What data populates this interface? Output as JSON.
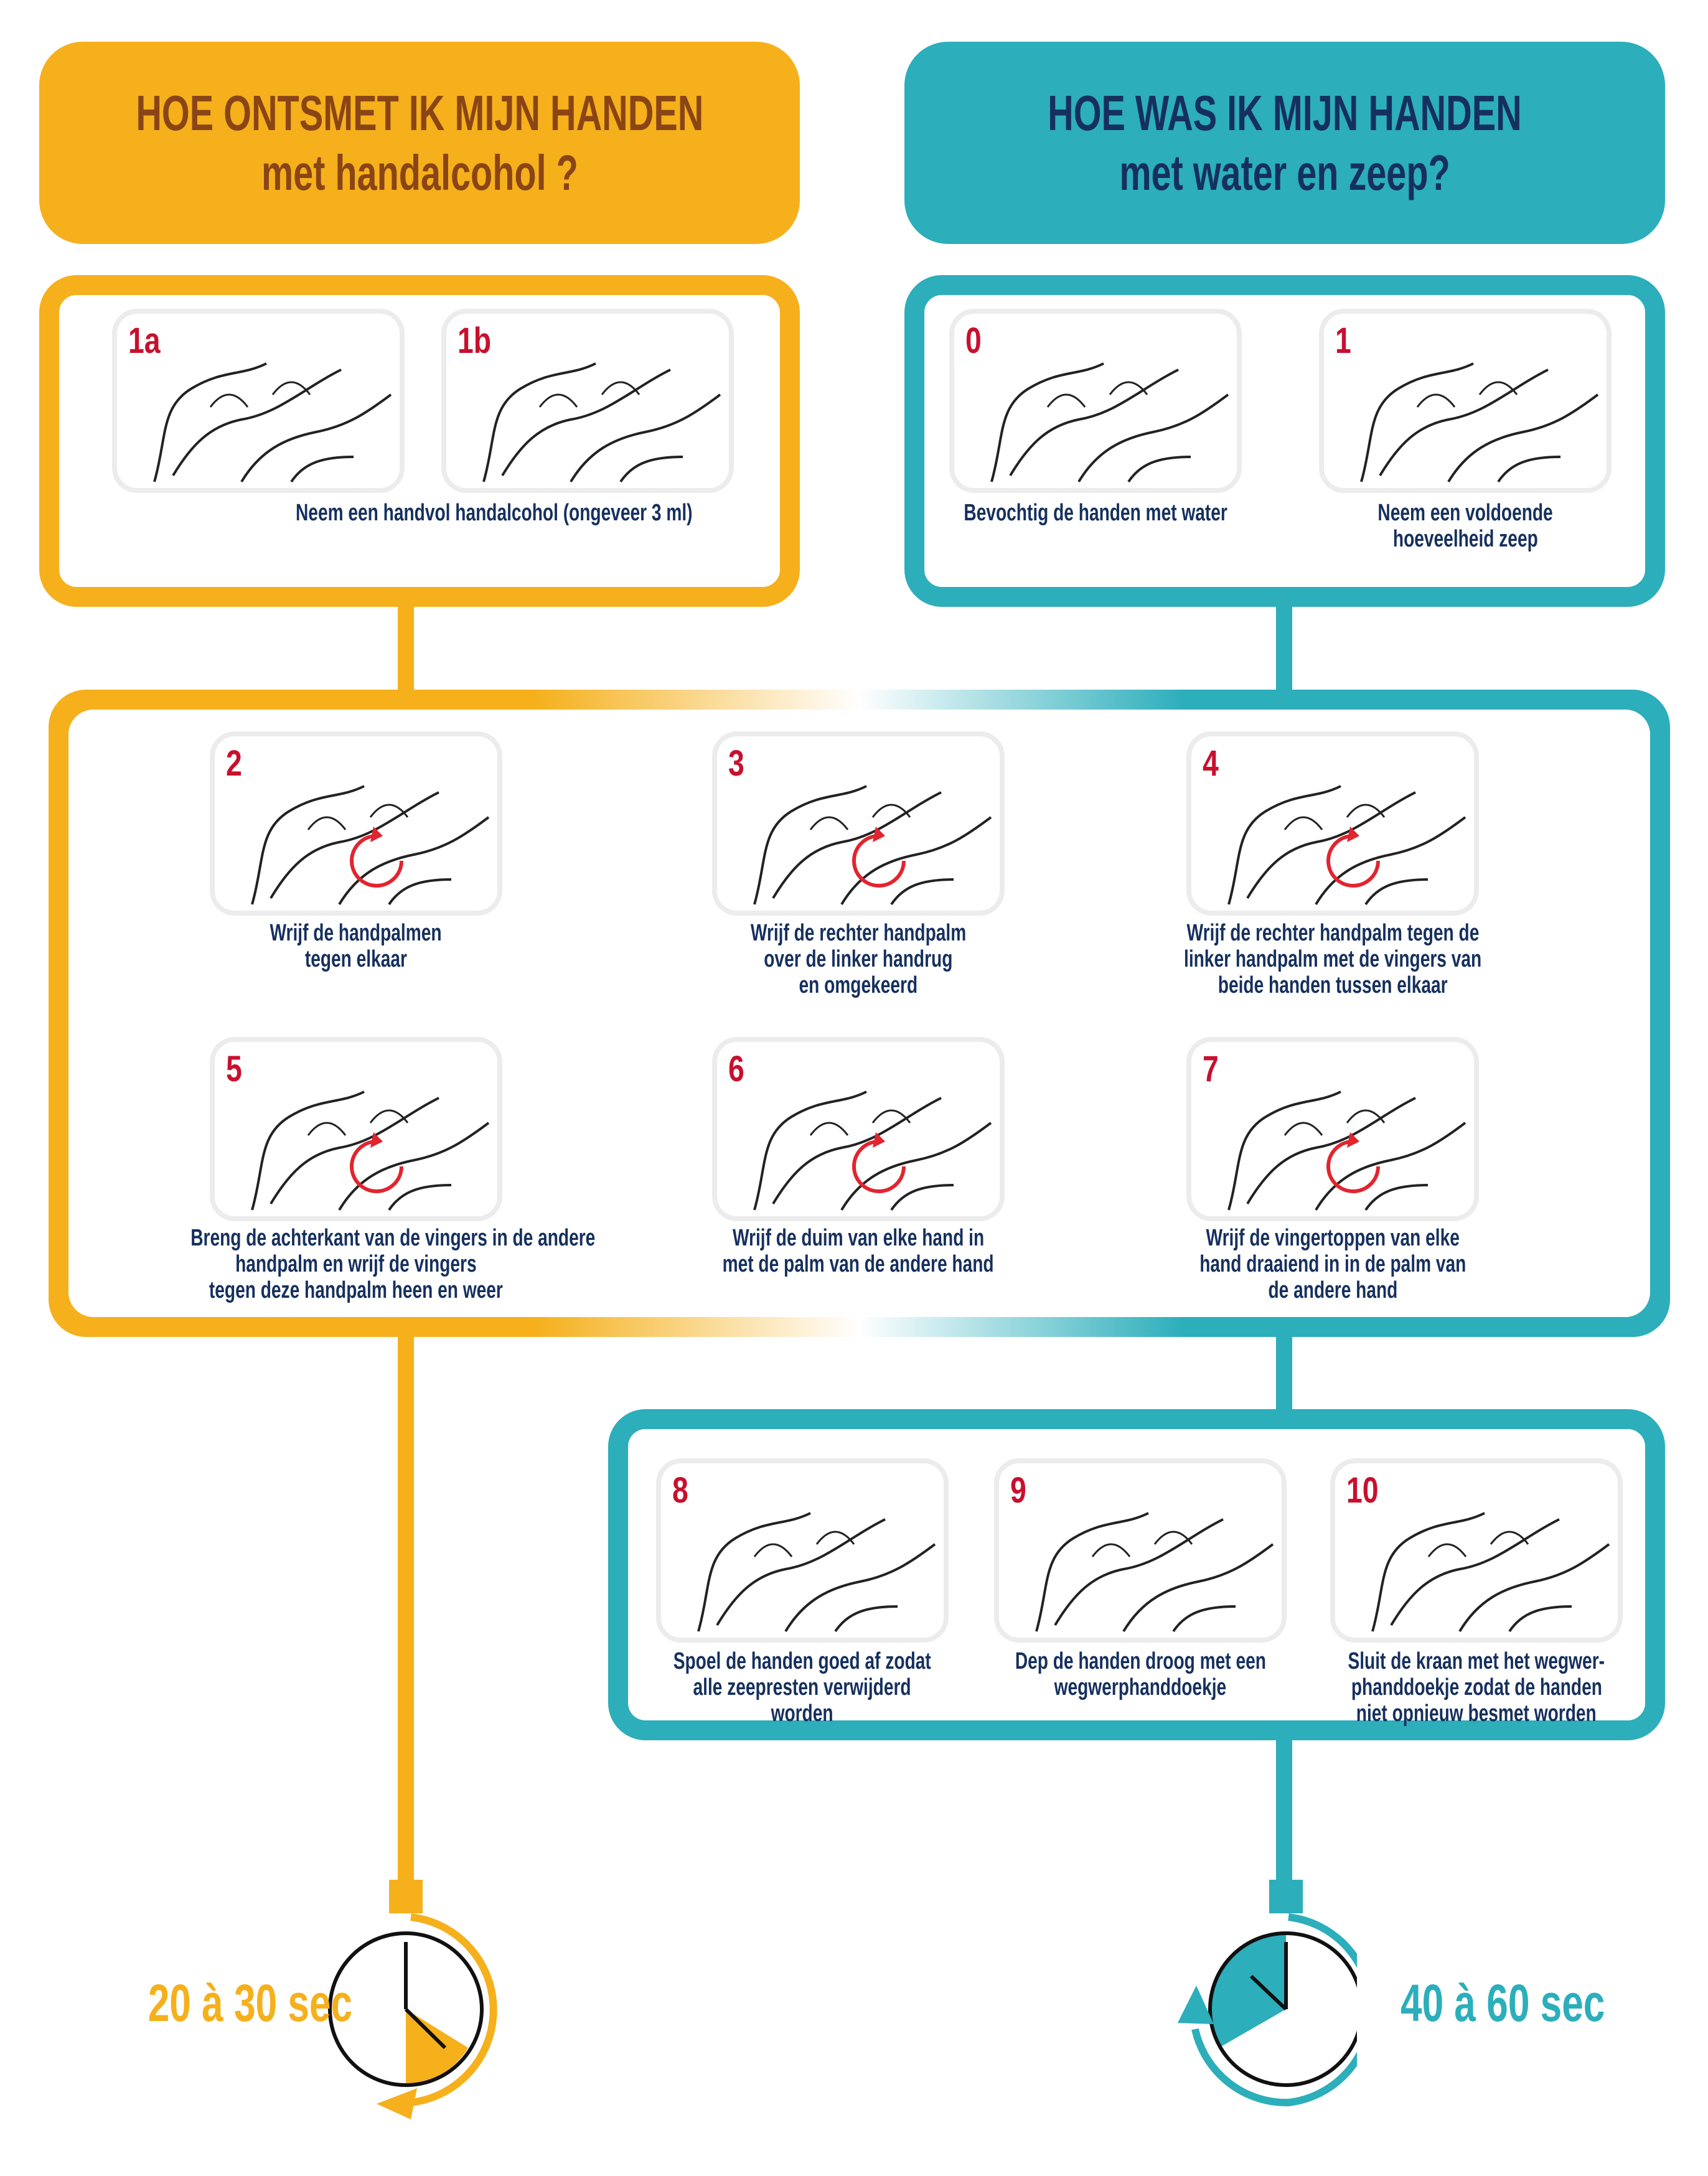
{
  "colors": {
    "alcohol": "#F5B01C",
    "water": "#2CAEBB",
    "step_number": "#C8102E",
    "text": "#16305E"
  },
  "alcohol": {
    "title_line1": "HOE ONTSMET IK MIJN HANDEN",
    "title_line2": "met handalcohol ?"
  },
  "water": {
    "title_line1": "HOE WAS IK MIJN HANDEN",
    "title_line2": "met water en zeep?"
  },
  "steps": {
    "s1a": {
      "num": "1a"
    },
    "s1b": {
      "num": "1b"
    },
    "s1_caption": "Neem een handvol handalcohol (ongeveer 3 ml)",
    "s0": {
      "num": "0",
      "caption": [
        "Bevochtig de handen met water"
      ]
    },
    "s1": {
      "num": "1",
      "caption": [
        "Neem een voldoende",
        "hoeveelheid zeep"
      ]
    },
    "s2": {
      "num": "2",
      "caption": [
        "Wrijf de handpalmen",
        "tegen elkaar"
      ]
    },
    "s3": {
      "num": "3",
      "caption": [
        "Wrijf de rechter handpalm",
        "over de linker handrug",
        "en omgekeerd"
      ]
    },
    "s4": {
      "num": "4",
      "caption": [
        "Wrijf de rechter handpalm tegen de",
        "linker handpalm met de vingers van",
        "beide handen tussen elkaar"
      ]
    },
    "s5": {
      "num": "5",
      "caption": [
        "Breng de achterkant van de vingers in de andere",
        "handpalm en wrijf de vingers",
        "tegen deze handpalm heen en weer"
      ]
    },
    "s6": {
      "num": "6",
      "caption": [
        "Wrijf de duim van elke hand in",
        "met de palm van de andere hand"
      ]
    },
    "s7": {
      "num": "7",
      "caption": [
        "Wrijf de vingertoppen van elke",
        "hand draaiend in in de palm van",
        "de andere hand"
      ]
    },
    "s8": {
      "num": "8",
      "caption": [
        "Spoel de handen goed af zodat",
        "alle zeepresten verwijderd",
        "worden"
      ]
    },
    "s9": {
      "num": "9",
      "caption": [
        "Dep de handen droog met een",
        "wegwerphanddoekje"
      ]
    },
    "s10": {
      "num": "10",
      "caption": [
        "Sluit de kraan met het wegwer-",
        "phanddoekje zodat de handen",
        "niet opnieuw besmet worden"
      ]
    }
  },
  "durations": {
    "alcohol": "20 à 30 sec",
    "water": "40 à 60 sec"
  }
}
